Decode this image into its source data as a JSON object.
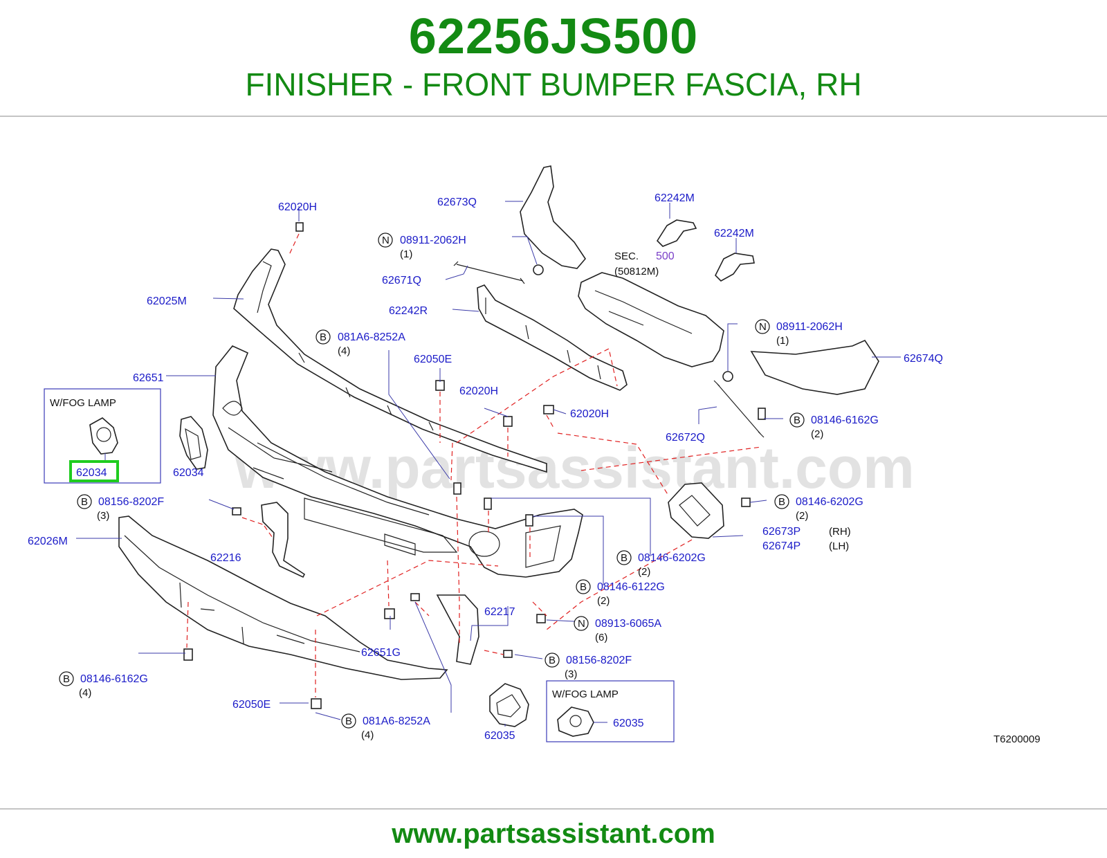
{
  "header": {
    "part_number": "62256JS500",
    "description": "FINISHER - FRONT BUMPER FASCIA, RH"
  },
  "footer": {
    "url": "www.partsassistant.com"
  },
  "diagram": {
    "watermark": "www.partsassistant.com",
    "code": "T6200009",
    "sec": {
      "label": "SEC.",
      "number": "500",
      "ref": "(50812M)"
    },
    "callouts": {
      "c62020H_top": "62020H",
      "c62673Q": "62673Q",
      "c62242M_a": "62242M",
      "c62242M_b": "62242M",
      "c08911_top": "08911-2062H",
      "c08911_top_qty": "(1)",
      "c62671Q": "62671Q",
      "c62025M": "62025M",
      "c62242R": "62242R",
      "c08911_right": "08911-2062H",
      "c08911_right_qty": "(1)",
      "c62674Q": "62674Q",
      "c081A6_top": "081A6-8252A",
      "c081A6_top_qty": "(4)",
      "c62050E_top": "62050E",
      "c62651": "62651",
      "c62020H_mid": "62020H",
      "c62020H_right": "62020H",
      "c08146_6162G_right": "08146-6162G",
      "c08146_6162G_right_qty": "(2)",
      "c62672Q": "62672Q",
      "c62034": "62034",
      "c62034_box": "62034",
      "c08156_left": "08156-8202F",
      "c08156_left_qty": "(3)",
      "c08146_6202G_right": "08146-6202G",
      "c08146_6202G_right_qty": "(2)",
      "c62673P": "62673P",
      "c62673P_side": "(RH)",
      "c62674P": "62674P",
      "c62674P_side": "(LH)",
      "c62026M": "62026M",
      "c62216": "62216",
      "c08146_6202G_mid": "08146-6202G",
      "c08146_6202G_mid_qty": "(2)",
      "c08146_6122G": "08146-6122G",
      "c08146_6122G_qty": "(2)",
      "c62217": "62217",
      "c08913": "08913-6065A",
      "c08913_qty": "(6)",
      "c62651G": "62651G",
      "c08156_bottom": "08156-8202F",
      "c08156_bottom_qty": "(3)",
      "c08146_6162G_left": "08146-6162G",
      "c08146_6162G_left_qty": "(4)",
      "c62050E_bottom": "62050E",
      "c081A6_bottom": "081A6-8252A",
      "c081A6_bottom_qty": "(4)",
      "c62035": "62035",
      "c62035_box": "62035"
    },
    "prefixes": {
      "N": "N",
      "B": "B"
    },
    "boxes": {
      "fog_left": "W/FOG   LAMP",
      "fog_right": "W/FOG   LAMP"
    }
  },
  "colors": {
    "title_green": "#138a13",
    "label_blue": "#1a1ac8",
    "highlight_green": "#1fcc1f",
    "guide_red": "#e02020"
  }
}
